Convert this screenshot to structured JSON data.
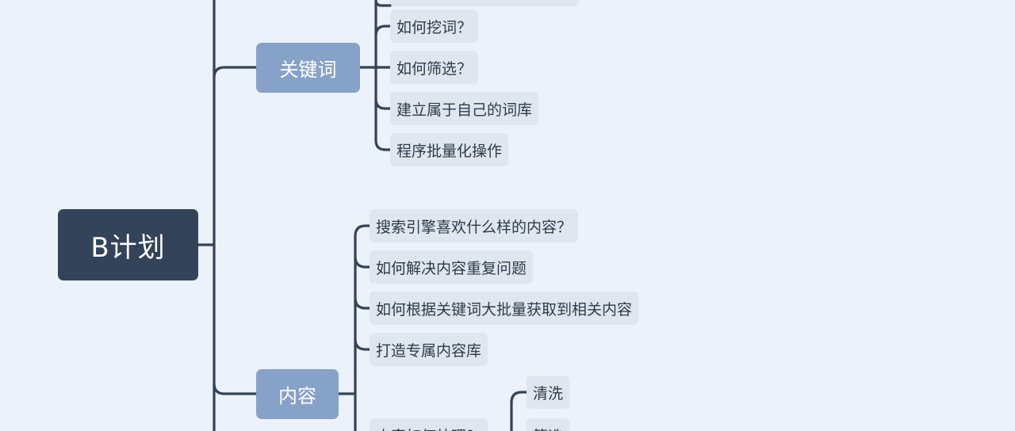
{
  "root": {
    "label": "B计划"
  },
  "keyword_branch": {
    "label": "关键词",
    "children": [
      "如何挖词？",
      "如何筛选？",
      "建立属于自己的词库",
      "程序批量化操作"
    ]
  },
  "content_branch": {
    "label": "内容",
    "children": [
      "搜索引擎喜欢什么样的内容？",
      "如何解决内容重复问题",
      "如何根据关键词大批量获取到相关内容",
      "打造专属内容库",
      "内容如何处理？"
    ],
    "sub_children": [
      "清洗",
      "筛选"
    ]
  },
  "colors": {
    "background": "#ecf2f9",
    "root": "#33435a",
    "branch": "#87a2c8",
    "leaf": "#dfe6ef",
    "line": "#33435a"
  }
}
